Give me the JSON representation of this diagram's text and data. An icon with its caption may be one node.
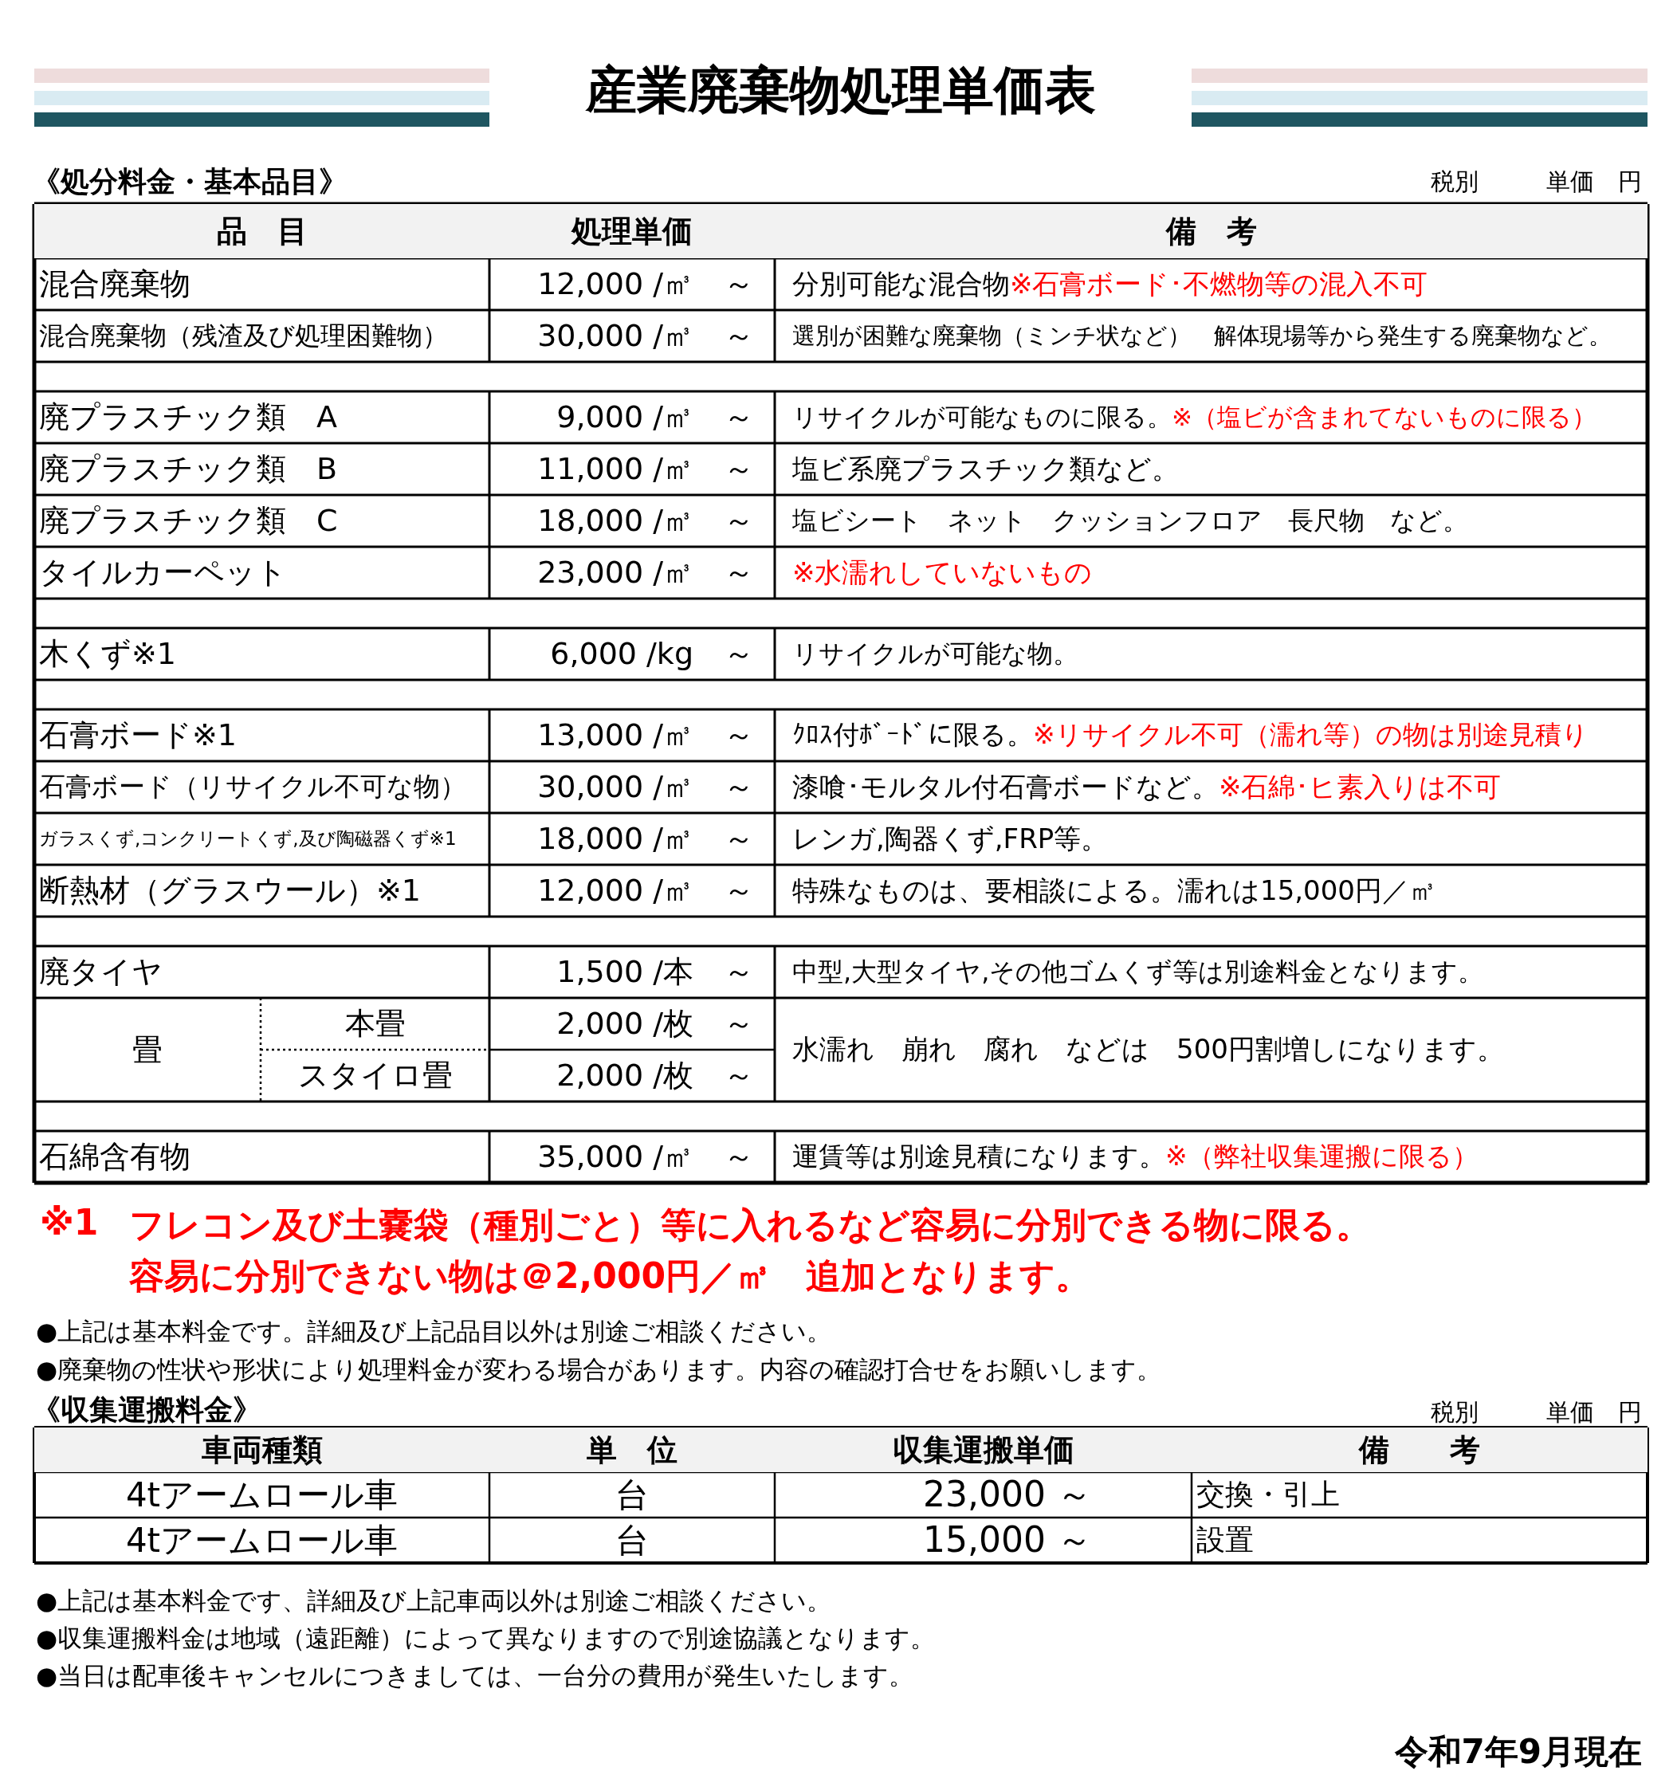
{
  "diagram": {
    "title": "産業廃棄物処理単価表",
    "labels": [
      "《処分料金・基本品目》",
      "税別",
      "単価　円",
      "品　目",
      "処理単価",
      "備　考",
      "混合廃棄物",
      "12,000 /㎥　～",
      "分別可能な混合物",
      "※石膏ボード･不燃物等の混入不可",
      "混合廃棄物（残渣及び処理困難物）",
      "30,000 /㎥　～",
      "選別が困難な廃棄物（ミンチ状など）　解体現場等から発生する廃棄物など。",
      "廃プラスチック類　A",
      "9,000 /㎥　～",
      "リサイクルが可能なものに限る。",
      "※（塩ビが含まれてないものに限る）",
      "廃プラスチック類　B",
      "11,000 /㎥　～",
      "塩ビ系廃プラスチック類など。",
      "廃プラスチック類　C",
      "18,000 /㎥　～",
      "塩ビシート　ネット　クッションフロア　長尺物　など。",
      "タイルカーペット",
      "23,000 /㎥　～",
      "※水濡れしていないもの",
      "木くず※1",
      "6,000 /kg　～",
      "リサイクルが可能な物。",
      "石膏ボード※1",
      "13,000 /㎥　～",
      "ｸﾛｽ付ﾎﾞｰﾄﾞに限る。",
      "※リサイクル不可（濡れ等）の物は別途見積り",
      "石膏ボード（リサイクル不可な物）",
      "30,000 /㎥　～",
      "漆喰･モルタル付石膏ボードなど。",
      "※石綿･ヒ素入りは不可",
      "ガラスくず,コンクリートくず,及び陶磁器くず※1",
      "18,000 /㎥　～",
      "レンガ,陶器くず,FRP等。",
      "断熱材（グラスウール）※1",
      "12,000 /㎥　～",
      "特殊なものは、要相談による。濡れは15,000円／㎥",
      "廃タイヤ",
      "1,500 /本　～",
      "中型,大型タイヤ,その他ゴムくず等は別途料金となります。",
      "畳",
      "本畳",
      "2,000 /枚　～",
      "水濡れ　崩れ　腐れ　などは　500円割増しになります。",
      "スタイロ畳",
      "2,000 /枚　～",
      "石綿含有物",
      "35,000 /㎥　～",
      "運賃等は別途見積になります。",
      "※（弊社収集運搬に限る）",
      "※1",
      "フレコン及び土嚢袋（種別ごと）等に入れるなど容易に分別できる物に限る。",
      "容易に分別できない物は＠2,000円／㎥　追加となります。",
      "●上記は基本料金です。詳細及び上記品目以外は別途ご相談ください。",
      "●廃棄物の性状や形状により処理料金が変わる場合があります。内容の確認打合せをお願いします。",
      "《収集運搬料金》",
      "税別",
      "単価　円",
      "車両種類",
      "単　位",
      "収集運搬単価",
      "備　　考",
      "4tアームロール車",
      "台",
      "23,000 ～",
      "交換・引上",
      "4tアームロール車",
      "台",
      "15,000 ～",
      "設置",
      "●上記は基本料金です、詳細及び上記車両以外は別途ご相談ください。",
      "●収集運搬料金は地域（遠距離）によって異なりますので別途協議となります。",
      "●当日は配車後キャンセルにつきましては、一台分の費用が発生いたします。",
      "令和7年9月現在"
    ]
  }
}
